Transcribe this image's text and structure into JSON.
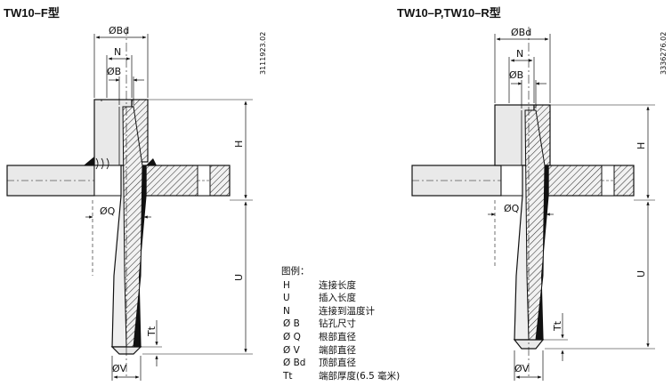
{
  "titles": {
    "left": "TW10–F型",
    "right": "TW10–P,TW10–R型"
  },
  "drawing_codes": {
    "left": "3111923.02",
    "right": "3336276.02"
  },
  "dimension_labels": {
    "bd": "ØBd",
    "n": "N",
    "b": "ØB",
    "q": "ØQ",
    "h": "H",
    "u": "U",
    "tt": "Tt",
    "v": "ØV"
  },
  "legend": {
    "heading": "图例：",
    "items": [
      {
        "symbol": "H",
        "desc": "连接长度"
      },
      {
        "symbol": "U",
        "desc": "插入长度"
      },
      {
        "symbol": "N",
        "desc": "连接到温度计"
      },
      {
        "symbol": "Ø B",
        "desc": "钻孔尺寸"
      },
      {
        "symbol": "Ø Q",
        "desc": "根部直径"
      },
      {
        "symbol": "Ø V",
        "desc": "端部直径"
      },
      {
        "symbol": "Ø Bd",
        "desc": "顶部直径"
      },
      {
        "symbol": "Tt",
        "desc": "端部厚度(6.5 毫米)"
      }
    ]
  }
}
